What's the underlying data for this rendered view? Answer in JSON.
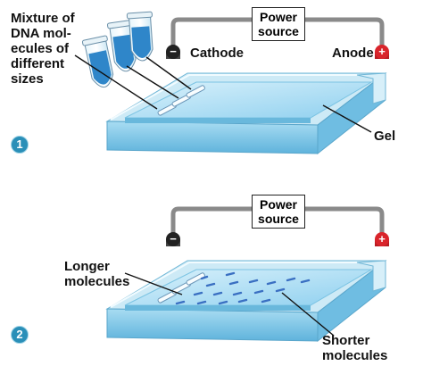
{
  "labels": {
    "mixture": [
      "Mixture of",
      "DNA mol-",
      "ecules of",
      "different",
      "sizes"
    ],
    "power_source": [
      "Power",
      "source"
    ],
    "cathode": "Cathode",
    "anode": "Anode",
    "gel": "Gel",
    "longer": [
      "Longer",
      "molecules"
    ],
    "shorter": [
      "Shorter",
      "molecules"
    ],
    "step1": "1",
    "step2": "2",
    "minus_sign": "−",
    "plus_sign": "+"
  },
  "colors": {
    "gel_top": "#bfe6f7",
    "gel_inner": "#8fd0ef",
    "tray_front": "#7cc6e8",
    "tray_side": "#5fb3dc",
    "tray_rim": "#dff3fb",
    "dna_band": "#3a6fc2",
    "wire": "#888888",
    "cathode_terminal": "#222222",
    "anode_terminal": "#d9242b",
    "tube_liquid": "#2f86c9",
    "step_badge": "#2a8fb8"
  }
}
